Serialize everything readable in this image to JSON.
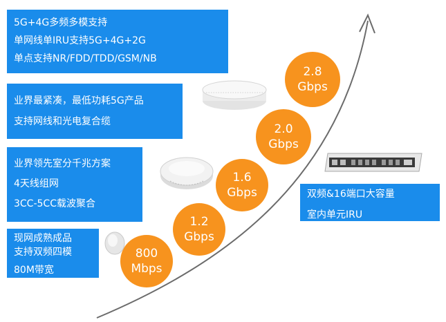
{
  "colors": {
    "box_blue": "#1a8ceb",
    "circle_orange": "#f7931e",
    "arrow_gray": "#6b6b6b"
  },
  "boxes": [
    {
      "lines": [
        "5G+4G多频多模支持",
        "单网线单IRU支持5G+4G+2G",
        "单点支持NR/FDD/TDD/GSM/NB"
      ]
    },
    {
      "lines": [
        "业界最紧凑，最低功耗5G产品",
        "支持网线和光电复合缆"
      ]
    },
    {
      "lines": [
        "业界领先室分千兆方案",
        "4天线组网",
        "3CC-5CC载波聚合"
      ]
    },
    {
      "lines": [
        "现网成熟成品",
        "支持双频四模",
        "80M带宽"
      ]
    }
  ],
  "iru_box": {
    "lines": [
      "双频&16端口大容量",
      "室内单元IRU"
    ]
  },
  "speeds": [
    {
      "value": "800",
      "unit": "Mbps"
    },
    {
      "value": "1.2",
      "unit": "Gbps"
    },
    {
      "value": "1.6",
      "unit": "Gbps"
    },
    {
      "value": "2.0",
      "unit": "Gbps"
    },
    {
      "value": "2.8",
      "unit": "Gbps"
    }
  ],
  "icons": {
    "device_small": "small-dome-icon",
    "device_medium": "round-ap-icon",
    "device_flat": "flat-ceiling-ap-icon",
    "device_iru": "rack-iru-icon"
  }
}
